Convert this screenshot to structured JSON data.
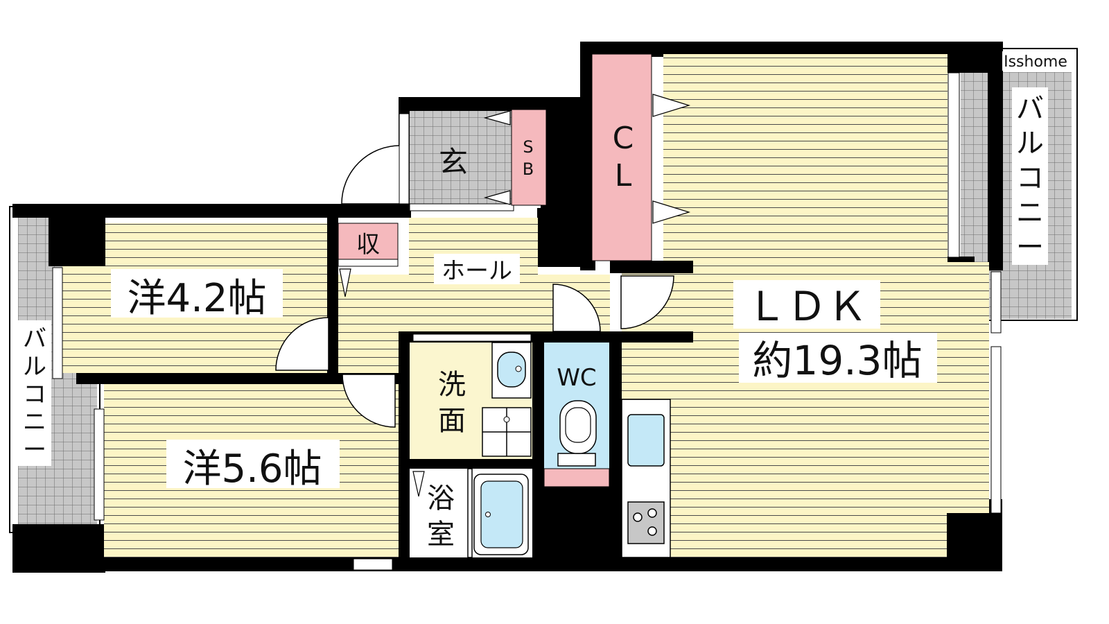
{
  "floorplan": {
    "watermark": "Isshome",
    "colors": {
      "wall": "#000000",
      "flooring": "#fcf5c6",
      "flooring_line": "#4a4a4a",
      "tile": "#c7c7c7",
      "tile_line": "#6b6b6b",
      "storage": "#f5b9bd",
      "fixture": "#c4e8f7",
      "utility_floor": "#fbf6cf",
      "white": "#ffffff"
    },
    "rooms": {
      "genkan": "玄",
      "shoe_box_s": "S",
      "shoe_box_b": "B",
      "closet_c": "C",
      "closet_l": "L",
      "storage": "収",
      "hall": "ホール",
      "western_a": "洋4.2帖",
      "western_b": "洋5.6帖",
      "washroom_1": "洗",
      "washroom_2": "面",
      "toilet": "WC",
      "bath_1": "浴",
      "bath_2": "室",
      "ldk_title": "ＬＤＫ",
      "ldk_size": "約19.3帖"
    },
    "balconies": {
      "right": [
        "バ",
        "ル",
        "コ",
        "ニ",
        "ー"
      ],
      "left": [
        "バ",
        "ル",
        "コ",
        "ニ",
        "ー"
      ]
    }
  }
}
